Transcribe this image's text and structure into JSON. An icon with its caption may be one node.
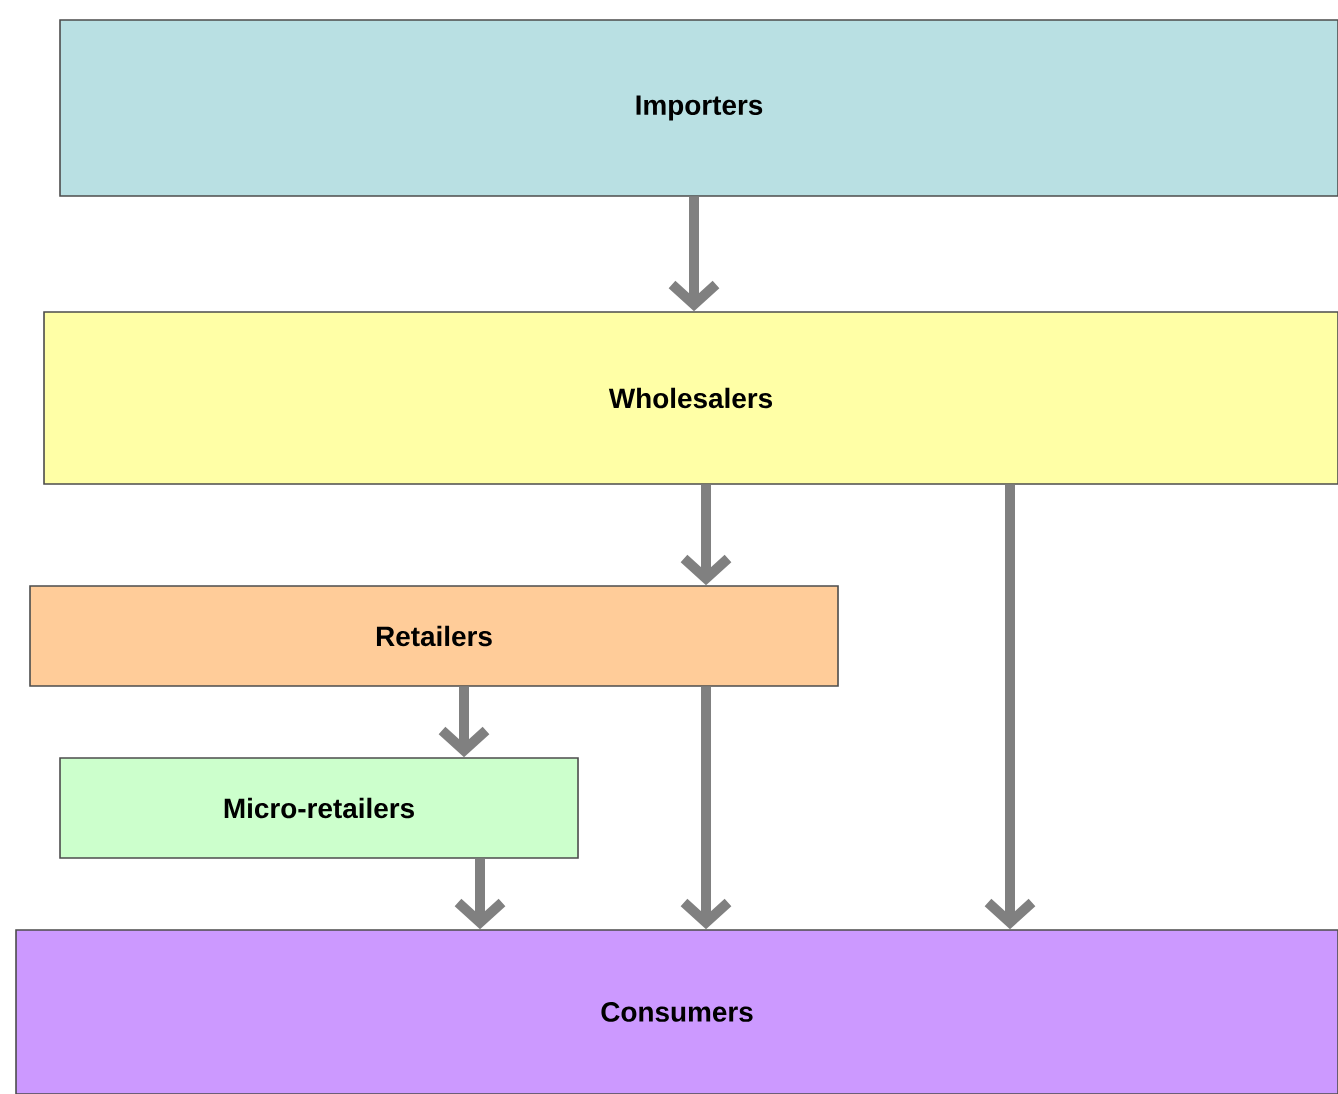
{
  "diagram": {
    "nodes": [
      {
        "text": [
          "Importers"
        ]
      },
      {
        "text": [
          "Wholesalers"
        ]
      },
      {
        "text": [
          "Retailers"
        ]
      },
      {
        "text": [
          "Micro-retailers"
        ]
      },
      {
        "text": [
          "Consumers"
        ]
      }
    ],
    "edges": [
      {
        "from": 0,
        "to": 1,
        "arrow": "to"
      },
      {
        "from": 1,
        "to": 2,
        "arrow": "to"
      },
      {
        "from": 2,
        "to": 3,
        "arrow": "to"
      },
      {
        "from": 3,
        "to": 4,
        "arrow": "to"
      },
      {
        "from": 2,
        "to": 4,
        "arrow": "to"
      },
      {
        "from": 1,
        "to": 4,
        "arrow": "to"
      }
    ]
  }
}
